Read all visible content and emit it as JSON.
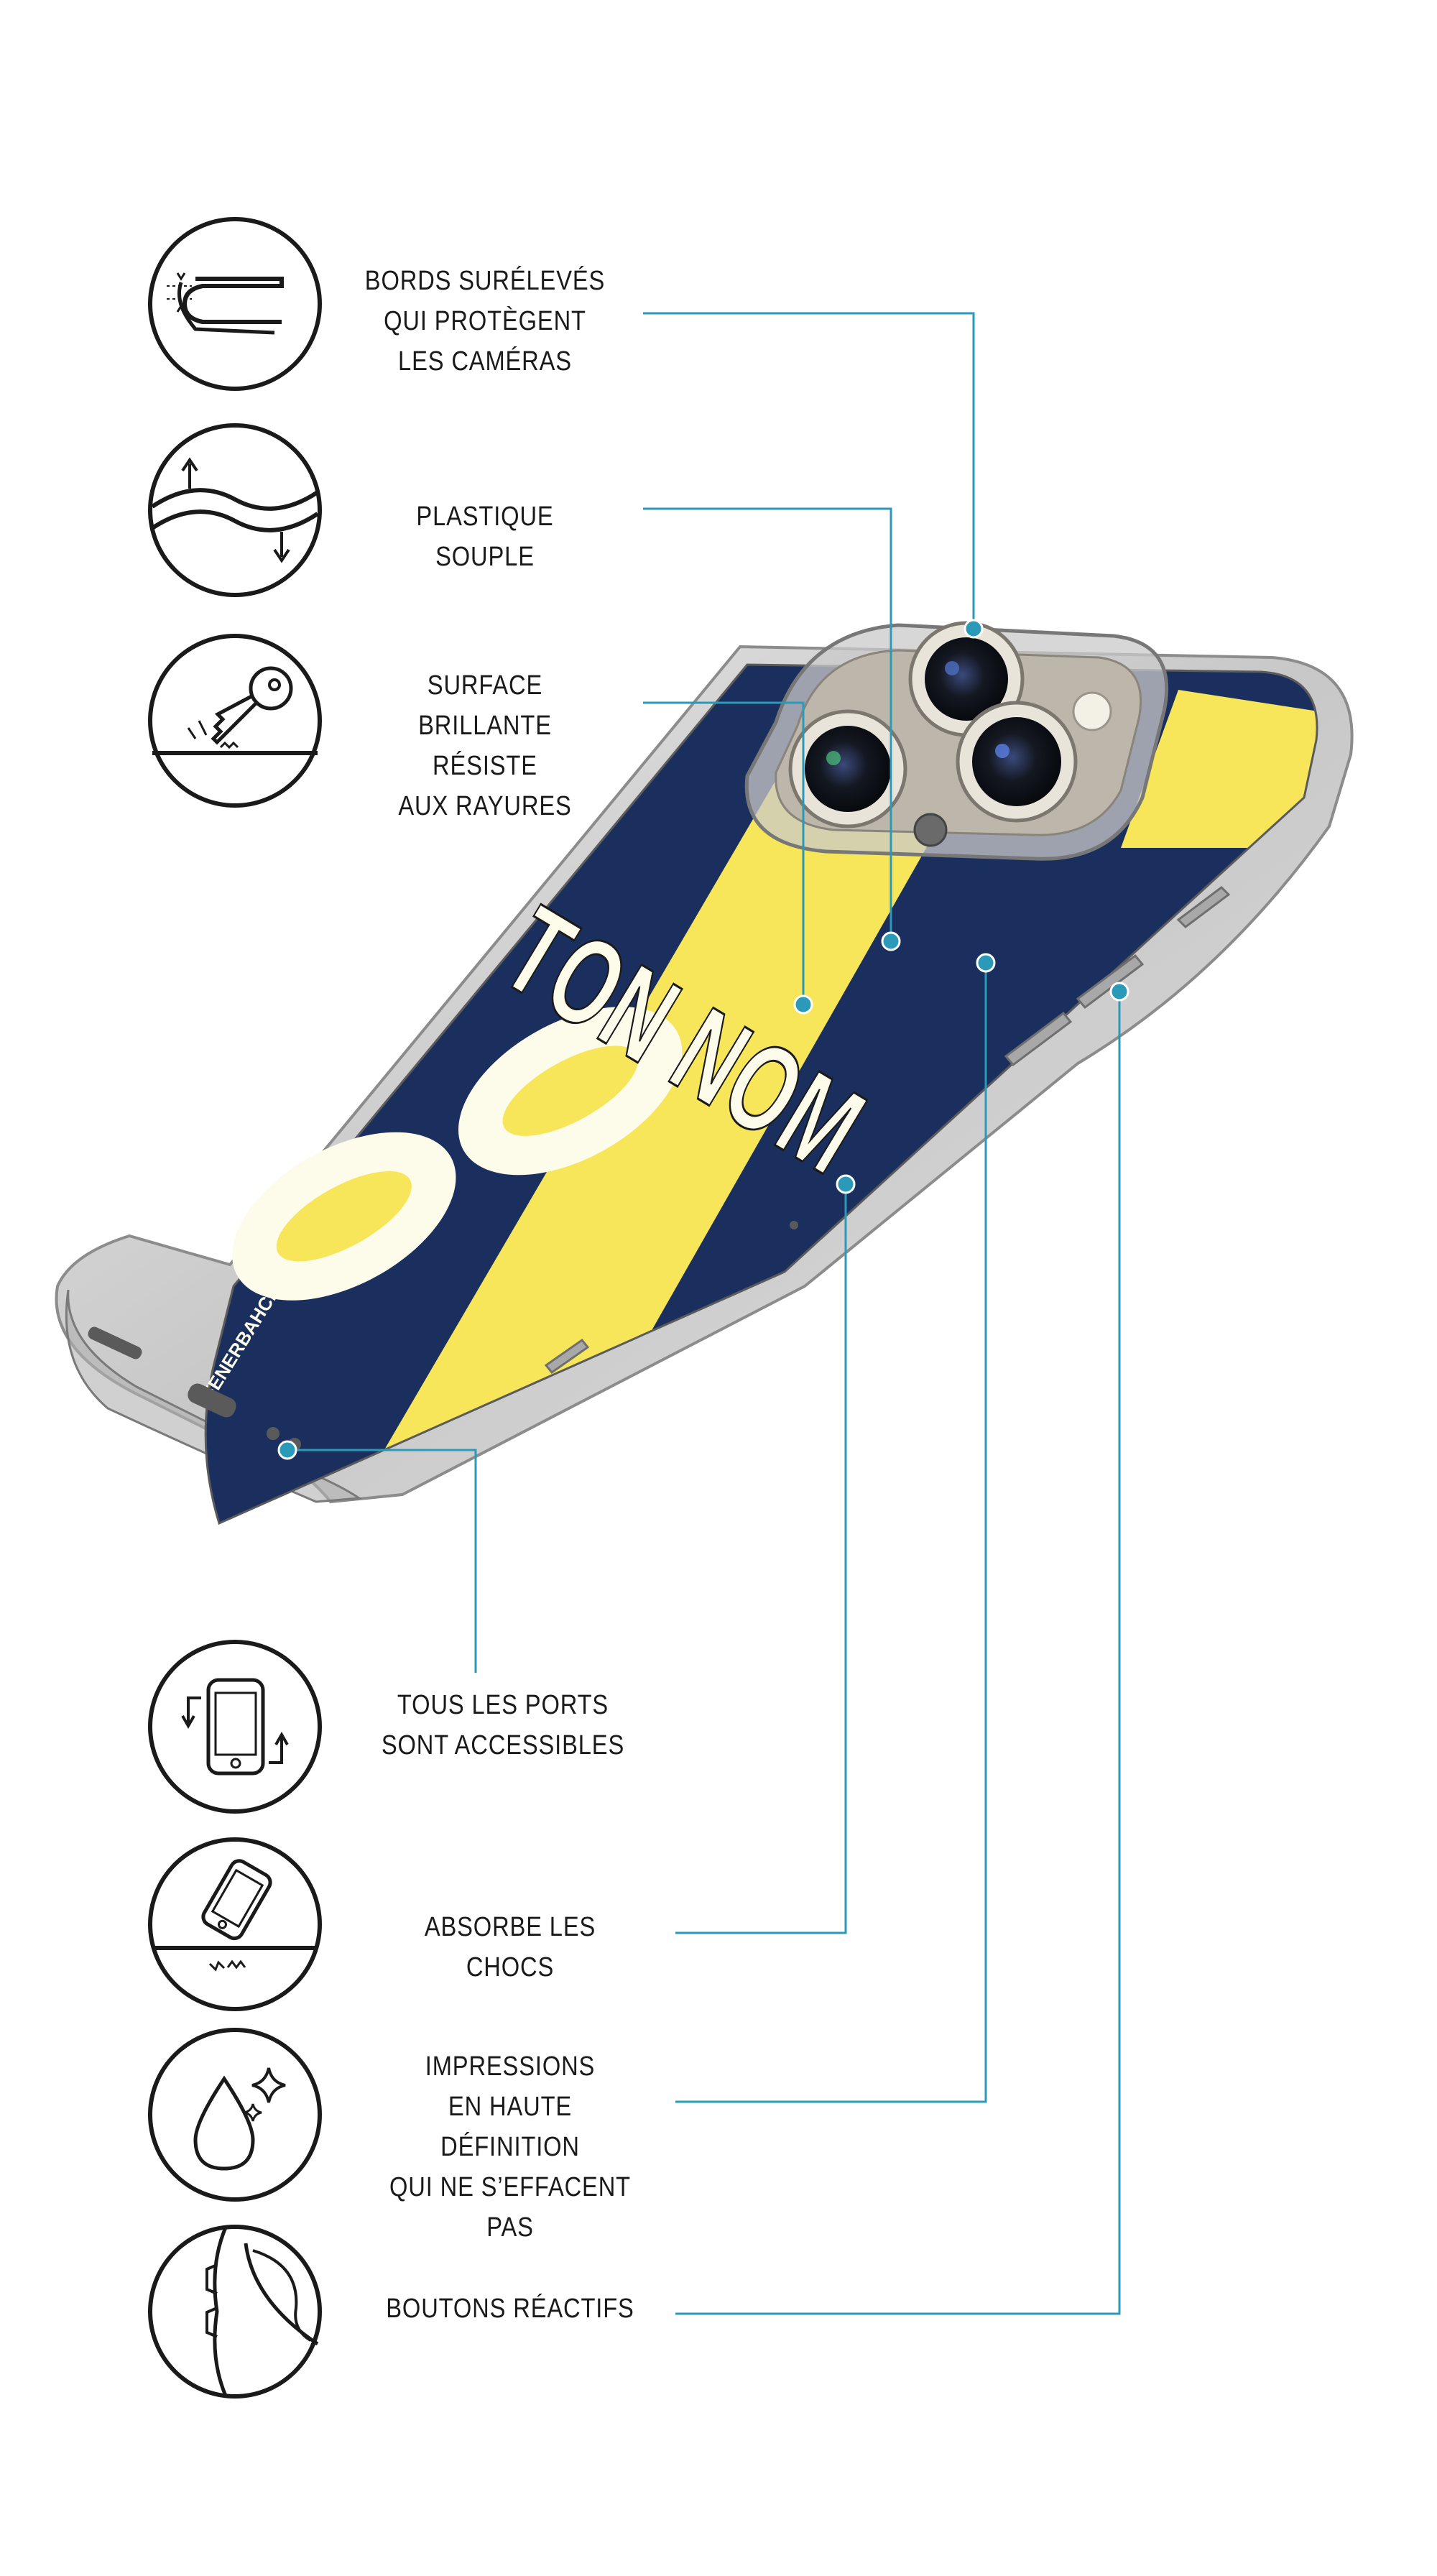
{
  "features": [
    {
      "id": "raised-edges",
      "label": "BORDS SURÉLEVÉS\nQUI PROTÈGENT\nLES CAMÉRAS",
      "icon": "raised-edges-icon"
    },
    {
      "id": "soft-plastic",
      "label": "PLASTIQUE SOUPLE",
      "icon": "flexible-plastic-icon"
    },
    {
      "id": "scratch-resistant",
      "label": "SURFACE\nBRILLANTE RÉSISTE\nAUX RAYURES",
      "icon": "key-scratch-icon"
    },
    {
      "id": "ports-accessible",
      "label": "TOUS LES PORTS\nSONT ACCESSIBLES",
      "icon": "phone-rotate-icon"
    },
    {
      "id": "shock-absorb",
      "label": "ABSORBE LES CHOCS",
      "icon": "phone-drop-icon"
    },
    {
      "id": "hd-print",
      "label": "IMPRESSIONS\nEN HAUTE DÉFINITION\nQUI NE S’EFFACENT PAS",
      "icon": "ink-drop-sparkle-icon"
    },
    {
      "id": "reactive-buttons",
      "label": "BOUTONS RÉACTIFS",
      "icon": "side-buttons-icon"
    }
  ],
  "case": {
    "name_text": "TON NOM",
    "number_text": "00",
    "brand_text": "FENERBAHCE"
  },
  "colors": {
    "navy": "#1b2f5e",
    "yellow": "#f7e65a",
    "accent_line": "#2a9ab8",
    "outline": "#1a1a1a",
    "cream": "#fdfbea"
  }
}
